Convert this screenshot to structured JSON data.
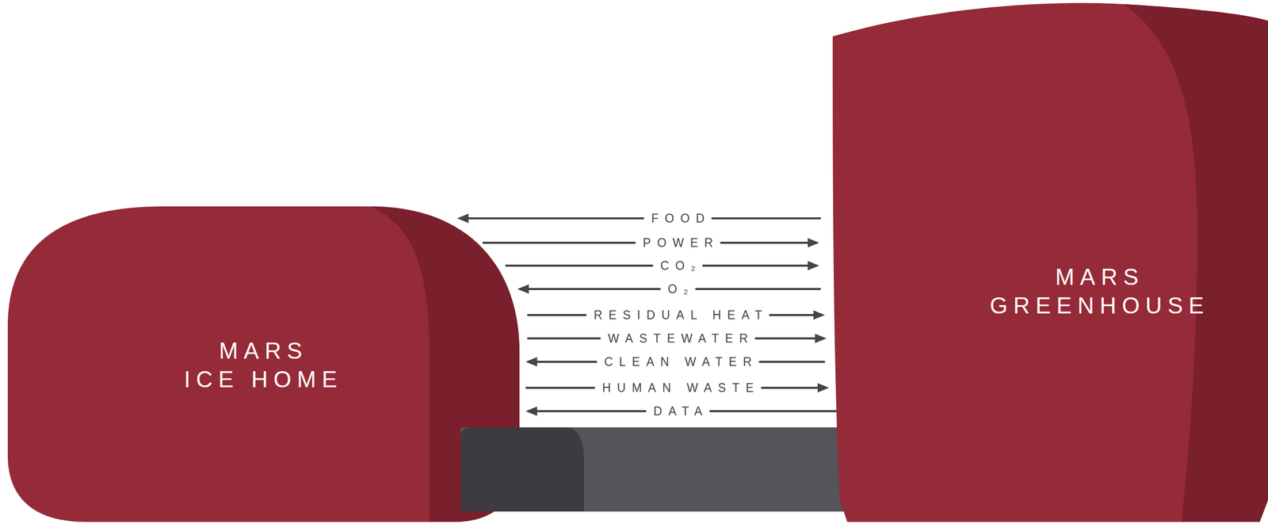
{
  "diagram": {
    "nodes": [
      {
        "text": [
          "MARS ICE HOME"
        ]
      },
      {
        "text": [
          "MARS GREENHOUSE"
        ]
      }
    ],
    "edges": [
      {
        "from": 1,
        "to": 0,
        "label": "FOOD",
        "arrow": "to"
      },
      {
        "from": 0,
        "to": 1,
        "label": "POWER",
        "arrow": "to"
      },
      {
        "from": 0,
        "to": 1,
        "label": "CO₂",
        "arrow": "to"
      },
      {
        "from": 1,
        "to": 0,
        "label": "O₂",
        "arrow": "to"
      },
      {
        "from": 0,
        "to": 1,
        "label": "RESIDUAL HEAT",
        "arrow": "to"
      },
      {
        "from": 0,
        "to": 1,
        "label": "WASTEWATER",
        "arrow": "to"
      },
      {
        "from": 1,
        "to": 0,
        "label": "CLEAN WATER",
        "arrow": "to"
      },
      {
        "from": 0,
        "to": 1,
        "label": "HUMAN WASTE",
        "arrow": "to"
      },
      {
        "from": 1,
        "to": 0,
        "label": "DATA",
        "arrow": "to"
      }
    ]
  }
}
